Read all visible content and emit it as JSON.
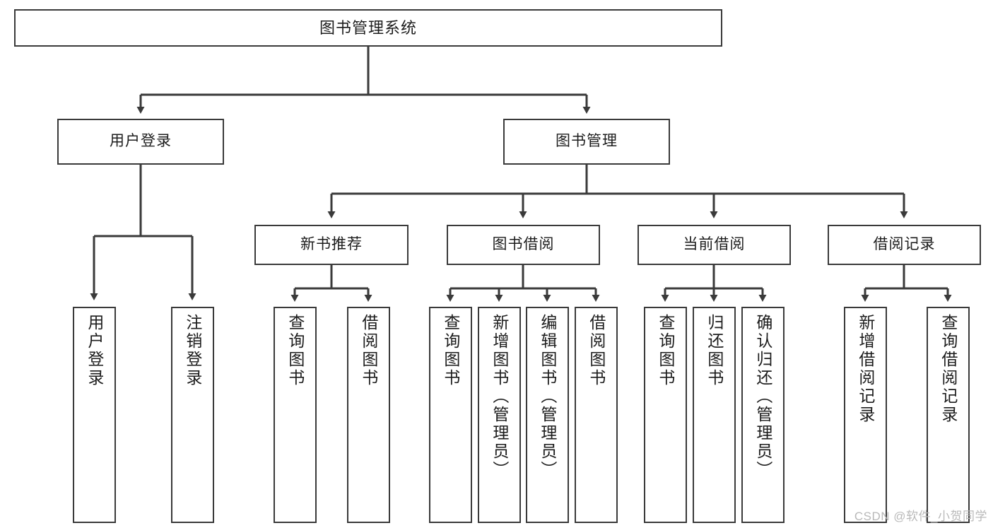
{
  "diagram": {
    "type": "tree-hierarchy",
    "title": "图书管理系统",
    "orientation": "top-down",
    "levels": 4,
    "colors": {
      "box_border": "#3a3a3a",
      "box_fill": "#ffffff",
      "edge": "#3a3a3a",
      "text": "#1c1c1c",
      "watermark": "#b9b9b9",
      "background": "#ffffff"
    },
    "nodes": {
      "root": {
        "label": "图书管理系统"
      },
      "level2": [
        {
          "label": "用户登录"
        },
        {
          "label": "图书管理"
        }
      ],
      "level3": [
        {
          "label": "新书推荐"
        },
        {
          "label": "图书借阅"
        },
        {
          "label": "当前借阅"
        },
        {
          "label": "借阅记录"
        }
      ],
      "leaves": {
        "user_login": [
          {
            "label": "用户登录"
          },
          {
            "label": "注销登录"
          }
        ],
        "new_book_recommend": [
          {
            "label": "查询图书"
          },
          {
            "label": "借阅图书"
          }
        ],
        "book_borrow": [
          {
            "label": "查询图书"
          },
          {
            "label": "新增图书（管理员）"
          },
          {
            "label": "编辑图书（管理员）"
          },
          {
            "label": "借阅图书"
          }
        ],
        "current_borrow": [
          {
            "label": "查询图书"
          },
          {
            "label": "归还图书"
          },
          {
            "label": "确认归还（管理员）"
          }
        ],
        "borrow_record": [
          {
            "label": "新增借阅记录"
          },
          {
            "label": "查询借阅记录"
          }
        ]
      }
    }
  },
  "watermark": {
    "text": "CSDN @软件_小贺同学"
  }
}
